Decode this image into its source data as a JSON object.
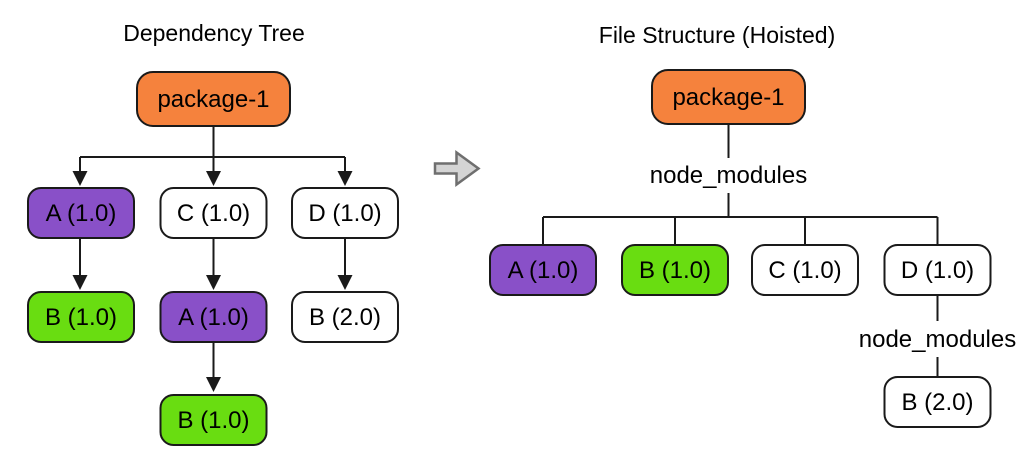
{
  "colors": {
    "node_orange": "#F5823D",
    "node_purple": "#8950C8",
    "node_green": "#69DD11",
    "node_white": "#FFFFFF",
    "title_green": "#2D6E17",
    "folder_blue": "#1B4484",
    "connector": "#1A1A1A",
    "block_arrow_fill": "#D4D4D4",
    "block_arrow_stroke": "#6F6F6F"
  },
  "left_panel": {
    "title": "Dependency Tree",
    "root": "package-1",
    "level1": [
      "A (1.0)",
      "C (1.0)",
      "D (1.0)"
    ],
    "level2": [
      "B (1.0)",
      "A (1.0)",
      "B (2.0)"
    ],
    "level3": [
      "B (1.0)"
    ]
  },
  "right_panel": {
    "title": "File Structure (Hoisted)",
    "root": "package-1",
    "folder_label_top": "node_modules",
    "hoisted": [
      "A (1.0)",
      "B (1.0)",
      "C (1.0)",
      "D (1.0)"
    ],
    "folder_label_nested": "node_modules",
    "nested": [
      "B (2.0)"
    ]
  }
}
